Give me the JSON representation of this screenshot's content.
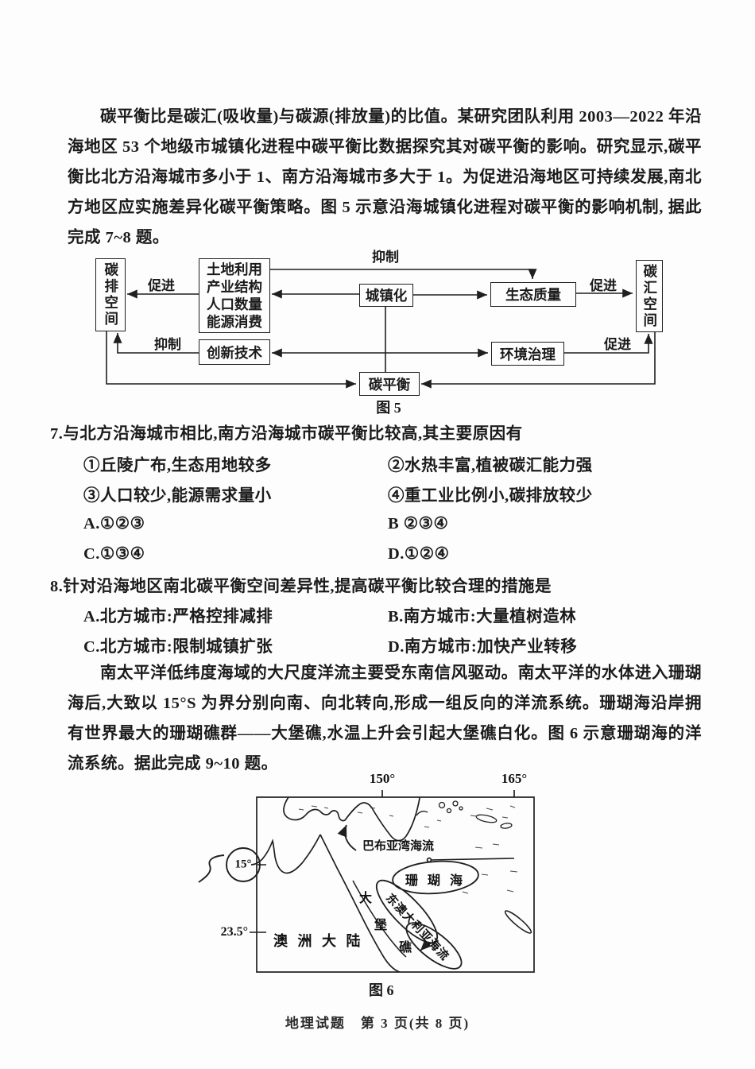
{
  "document": {
    "footer": "地理试题　第 3 页(共 8 页)"
  },
  "passage_carbon": {
    "text": "碳平衡比是碳汇(吸收量)与碳源(排放量)的比值。某研究团队利用 2003—2022 年沿海地区 53 个地级市城镇化进程中碳平衡比数据探究其对碳平衡的影响。研究显示,碳平衡比北方沿海城市多小于 1、南方沿海城市多大于 1。为促进沿海地区可持续发展,南北方地区应实施差异化碳平衡策略。图 5 示意沿海城镇化进程对碳平衡的影响机制, 据此完成 7~8 题。"
  },
  "figure5": {
    "caption": "图 5",
    "nodes": {
      "carbon_emission_space": "碳排空间",
      "carbon_sink_space": "碳汇空间",
      "urbanization": "城镇化",
      "eco_quality": "生态质量",
      "innovation_tech": "创新技术",
      "env_governance": "环境治理",
      "carbon_balance": "碳平衡",
      "driver_lines": [
        "土地利用",
        "产业结构",
        "人口数量",
        "能源消费"
      ]
    },
    "edge_labels": {
      "promote": "促进",
      "inhibit": "抑制"
    }
  },
  "question7": {
    "stem": "7.与北方沿海城市相比,南方沿海城市碳平衡比较高,其主要原因有",
    "items": [
      "①丘陵广布,生态用地较多",
      "②水热丰富,植被碳汇能力强",
      "③人口较少,能源需求量小",
      "④重工业比例小,碳排放较少"
    ],
    "options": [
      "A.①②③",
      "B ②③④",
      "C.①③④",
      "D.①②④"
    ]
  },
  "question8": {
    "stem": "8.针对沿海地区南北碳平衡空间差异性,提高碳平衡比较合理的措施是",
    "options": [
      "A.北方城市:严格控排减排",
      "B.南方城市:大量植树造林",
      "C.北方城市:限制城镇扩张",
      "D.南方城市:加快产业转移"
    ]
  },
  "passage_ocean": {
    "text": "南太平洋低纬度海域的大尺度洋流主要受东南信风驱动。南太平洋的水体进入珊瑚海后,大致以 15°S 为界分别向南、向北转向,形成一组反向的洋流系统。珊瑚海沿岸拥有世界最大的珊瑚礁群——大堡礁,水温上升会引起大堡礁白化。图 6 示意珊瑚海的洋流系统。据此完成 9~10 题。"
  },
  "figure6": {
    "caption": "图 6",
    "longitude_ticks": [
      "150°",
      "165°"
    ],
    "latitude_labels": [
      "15°",
      "23.5°"
    ],
    "map_labels": {
      "australia": "澳 洲 大 陆",
      "papua_gulf_current": "巴布亚湾海流",
      "coral_sea": "珊 瑚 海",
      "east_australian_current": "东澳大利亚海流",
      "reef_chars": [
        "大",
        "堡",
        "礁"
      ]
    }
  }
}
